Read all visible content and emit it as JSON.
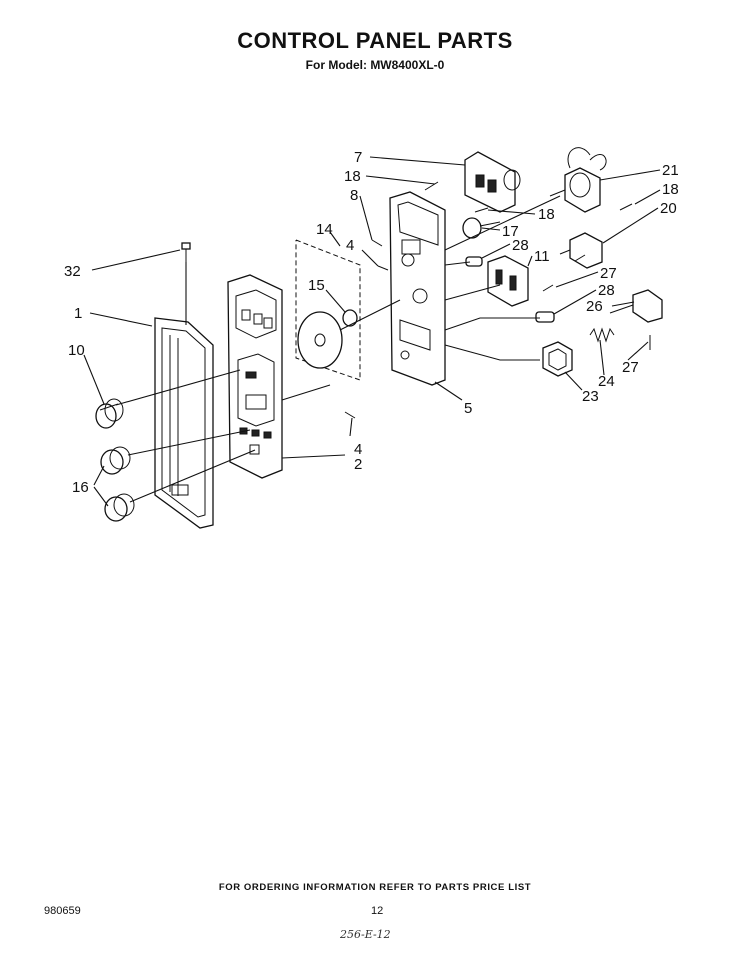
{
  "header": {
    "title": "CONTROL PANEL PARTS",
    "model_line": "For Model: MW8400XL-0"
  },
  "callouts": {
    "c1": "1",
    "c2": "2",
    "c4a": "4",
    "c4b": "4",
    "c5": "5",
    "c7": "7",
    "c8": "8",
    "c10": "10",
    "c11": "11",
    "c14": "14",
    "c15": "15",
    "c16": "16",
    "c17": "17",
    "c18a": "18",
    "c18b": "18",
    "c18c": "18",
    "c20": "20",
    "c21": "21",
    "c23": "23",
    "c24": "24",
    "c26": "26",
    "c27a": "27",
    "c27b": "27",
    "c28a": "28",
    "c28b": "28",
    "c32": "32"
  },
  "footer": {
    "ordering_note": "FOR ORDERING INFORMATION REFER TO PARTS PRICE LIST",
    "doc_number": "980659",
    "page_number": "12",
    "handwritten": "256-E-12"
  }
}
